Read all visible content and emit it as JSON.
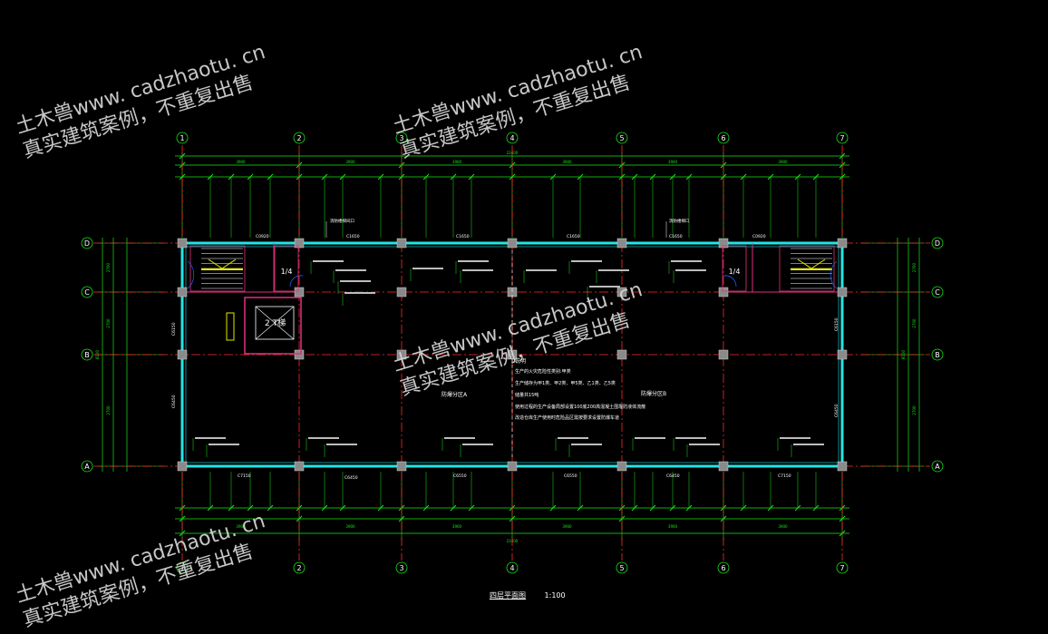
{
  "drawing": {
    "grid_columns": [
      "1",
      "2",
      "3",
      "4",
      "5",
      "6",
      "7"
    ],
    "grid_rows": [
      "D",
      "C",
      "B",
      "A"
    ],
    "dim_top_total": "23400",
    "dim_top_spans": [
      "3900",
      "3900",
      "3900",
      "3900",
      "3900",
      "3900"
    ],
    "dim_bottom_total": "23400",
    "dim_bottom_spans": [
      "3900",
      "3900",
      "3900",
      "3900",
      "3900",
      "3900"
    ],
    "dim_side_total": "8100",
    "dim_side_spans": [
      "2700",
      "2700",
      "2700"
    ],
    "window_top": [
      "C1650",
      "C1650",
      "C1650",
      "C1650"
    ],
    "window_small_top": [
      "C0920",
      "C0920"
    ],
    "window_bottom": [
      "C7150",
      "C6450",
      "C6550",
      "C6550",
      "C6450",
      "C7150"
    ],
    "window_side": [
      "C6150",
      "C6450"
    ],
    "elevator_label": "2 T梯",
    "stair_labels": [
      "1/4",
      "1/4"
    ],
    "center_notes": [
      "说明",
      "生产的火灾危险性类别:甲类",
      "生产储存为甲1类、甲2类、甲5类、乙1类、乙5类",
      "储量共15吨",
      "使用过程的生产设备局部设置100底200高混凝土围堰防液体流散",
      "改造仓库生产使用时危险品区需按要求设置防爆车道"
    ],
    "zone_labels": [
      "防爆分区A",
      "防爆分区B"
    ],
    "small_tags_top": [
      "消防楼梯间口",
      "消防楼梯口"
    ],
    "drawing_title": "四层平面图",
    "scale": "1:100"
  },
  "watermark": {
    "line1": "土木兽www. cadzhaotu. cn",
    "line2": "真实建筑案例，不重复出售"
  },
  "colors": {
    "background": "#000000",
    "axis": "#ff2a2a",
    "dimension": "#19e619",
    "wall": "#22e5e5",
    "column": "#8a8a8a",
    "text": "#ffffff",
    "stair": "#e8e800",
    "door": "#2060ff",
    "room_line": "#e03080"
  }
}
